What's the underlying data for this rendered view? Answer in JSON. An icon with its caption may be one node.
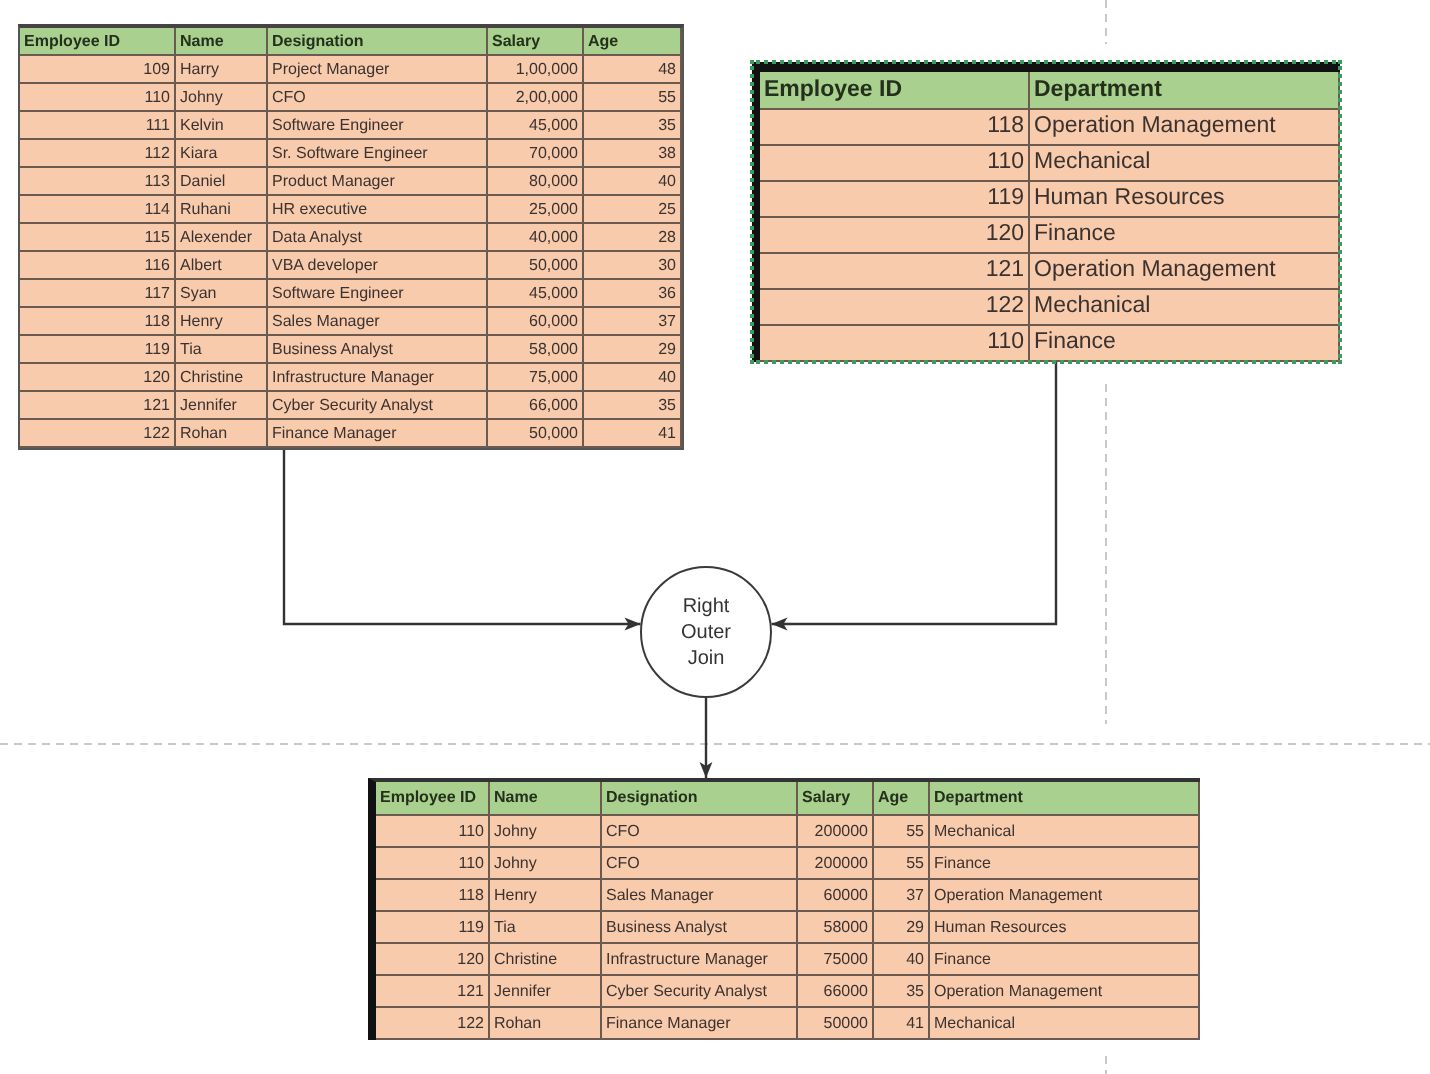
{
  "diagram": {
    "nodes": [
      {
        "text": [
          "Employee ID",
          "Name",
          "Designation",
          "Salary",
          "Age",
          "109",
          "Harry",
          "Project Manager",
          "1,00,000",
          "48",
          "110",
          "Johny",
          "CFO",
          "2,00,000",
          "55",
          "111",
          "Kelvin",
          "Software Engineer",
          "45,000",
          "35",
          "112",
          "Kiara",
          "Sr. Software Engineer",
          "70,000",
          "38",
          "113",
          "Daniel",
          "Product Manager",
          "80,000",
          "40",
          "114",
          "Ruhani",
          "HR executive",
          "25,000",
          "25",
          "115",
          "Alexender",
          "Data Analyst",
          "40,000",
          "28",
          "116",
          "Albert",
          "VBA developer",
          "50,000",
          "30",
          "117",
          "Syan",
          "Software Engineer",
          "45,000",
          "36",
          "118",
          "Henry",
          "Sales Manager",
          "60,000",
          "37",
          "119",
          "Tia",
          "Business Analyst",
          "58,000",
          "29",
          "120",
          "Christine",
          "Infrastructure Manager",
          "75,000",
          "40",
          "121",
          "Jennifer",
          "Cyber Security Analyst",
          "66,000",
          "35",
          "122",
          "Rohan",
          "Finance Manager",
          "50,000",
          "41"
        ]
      },
      {
        "text": [
          "Employee ID",
          "Department",
          "118",
          "Operation Management",
          "110",
          "Mechanical",
          "119",
          "Human Resources",
          "120",
          "Finance",
          "121",
          "Operation Management",
          "122",
          "Mechanical",
          "110",
          "Finance"
        ]
      },
      {
        "text": [
          "Right Outer Join"
        ]
      },
      {
        "text": [
          "Employee ID",
          "Name",
          "Designation",
          "Salary",
          "Age",
          "Department",
          "110",
          "Johny",
          "CFO",
          "200000",
          "55",
          "Mechanical",
          "110",
          "Johny",
          "CFO",
          "200000",
          "55",
          "Finance",
          "118",
          "Henry",
          "Sales Manager",
          "60000",
          "37",
          "Operation Management",
          "119",
          "Tia",
          "Business Analyst",
          "58000",
          "29",
          "Human Resources",
          "120",
          "Christine",
          "Infrastructure Manager",
          "75000",
          "40",
          "Finance",
          "121",
          "Jennifer",
          "Cyber Security Analyst",
          "66000",
          "35",
          "Operation Management",
          "122",
          "Rohan",
          "Finance Manager",
          "50000",
          "41",
          "Mechanical"
        ]
      }
    ],
    "edges": [
      {
        "from": 0,
        "to": 2,
        "arrow": "to"
      },
      {
        "from": 1,
        "to": 2,
        "arrow": "to"
      },
      {
        "from": 2,
        "to": 3,
        "arrow": "to"
      }
    ]
  }
}
